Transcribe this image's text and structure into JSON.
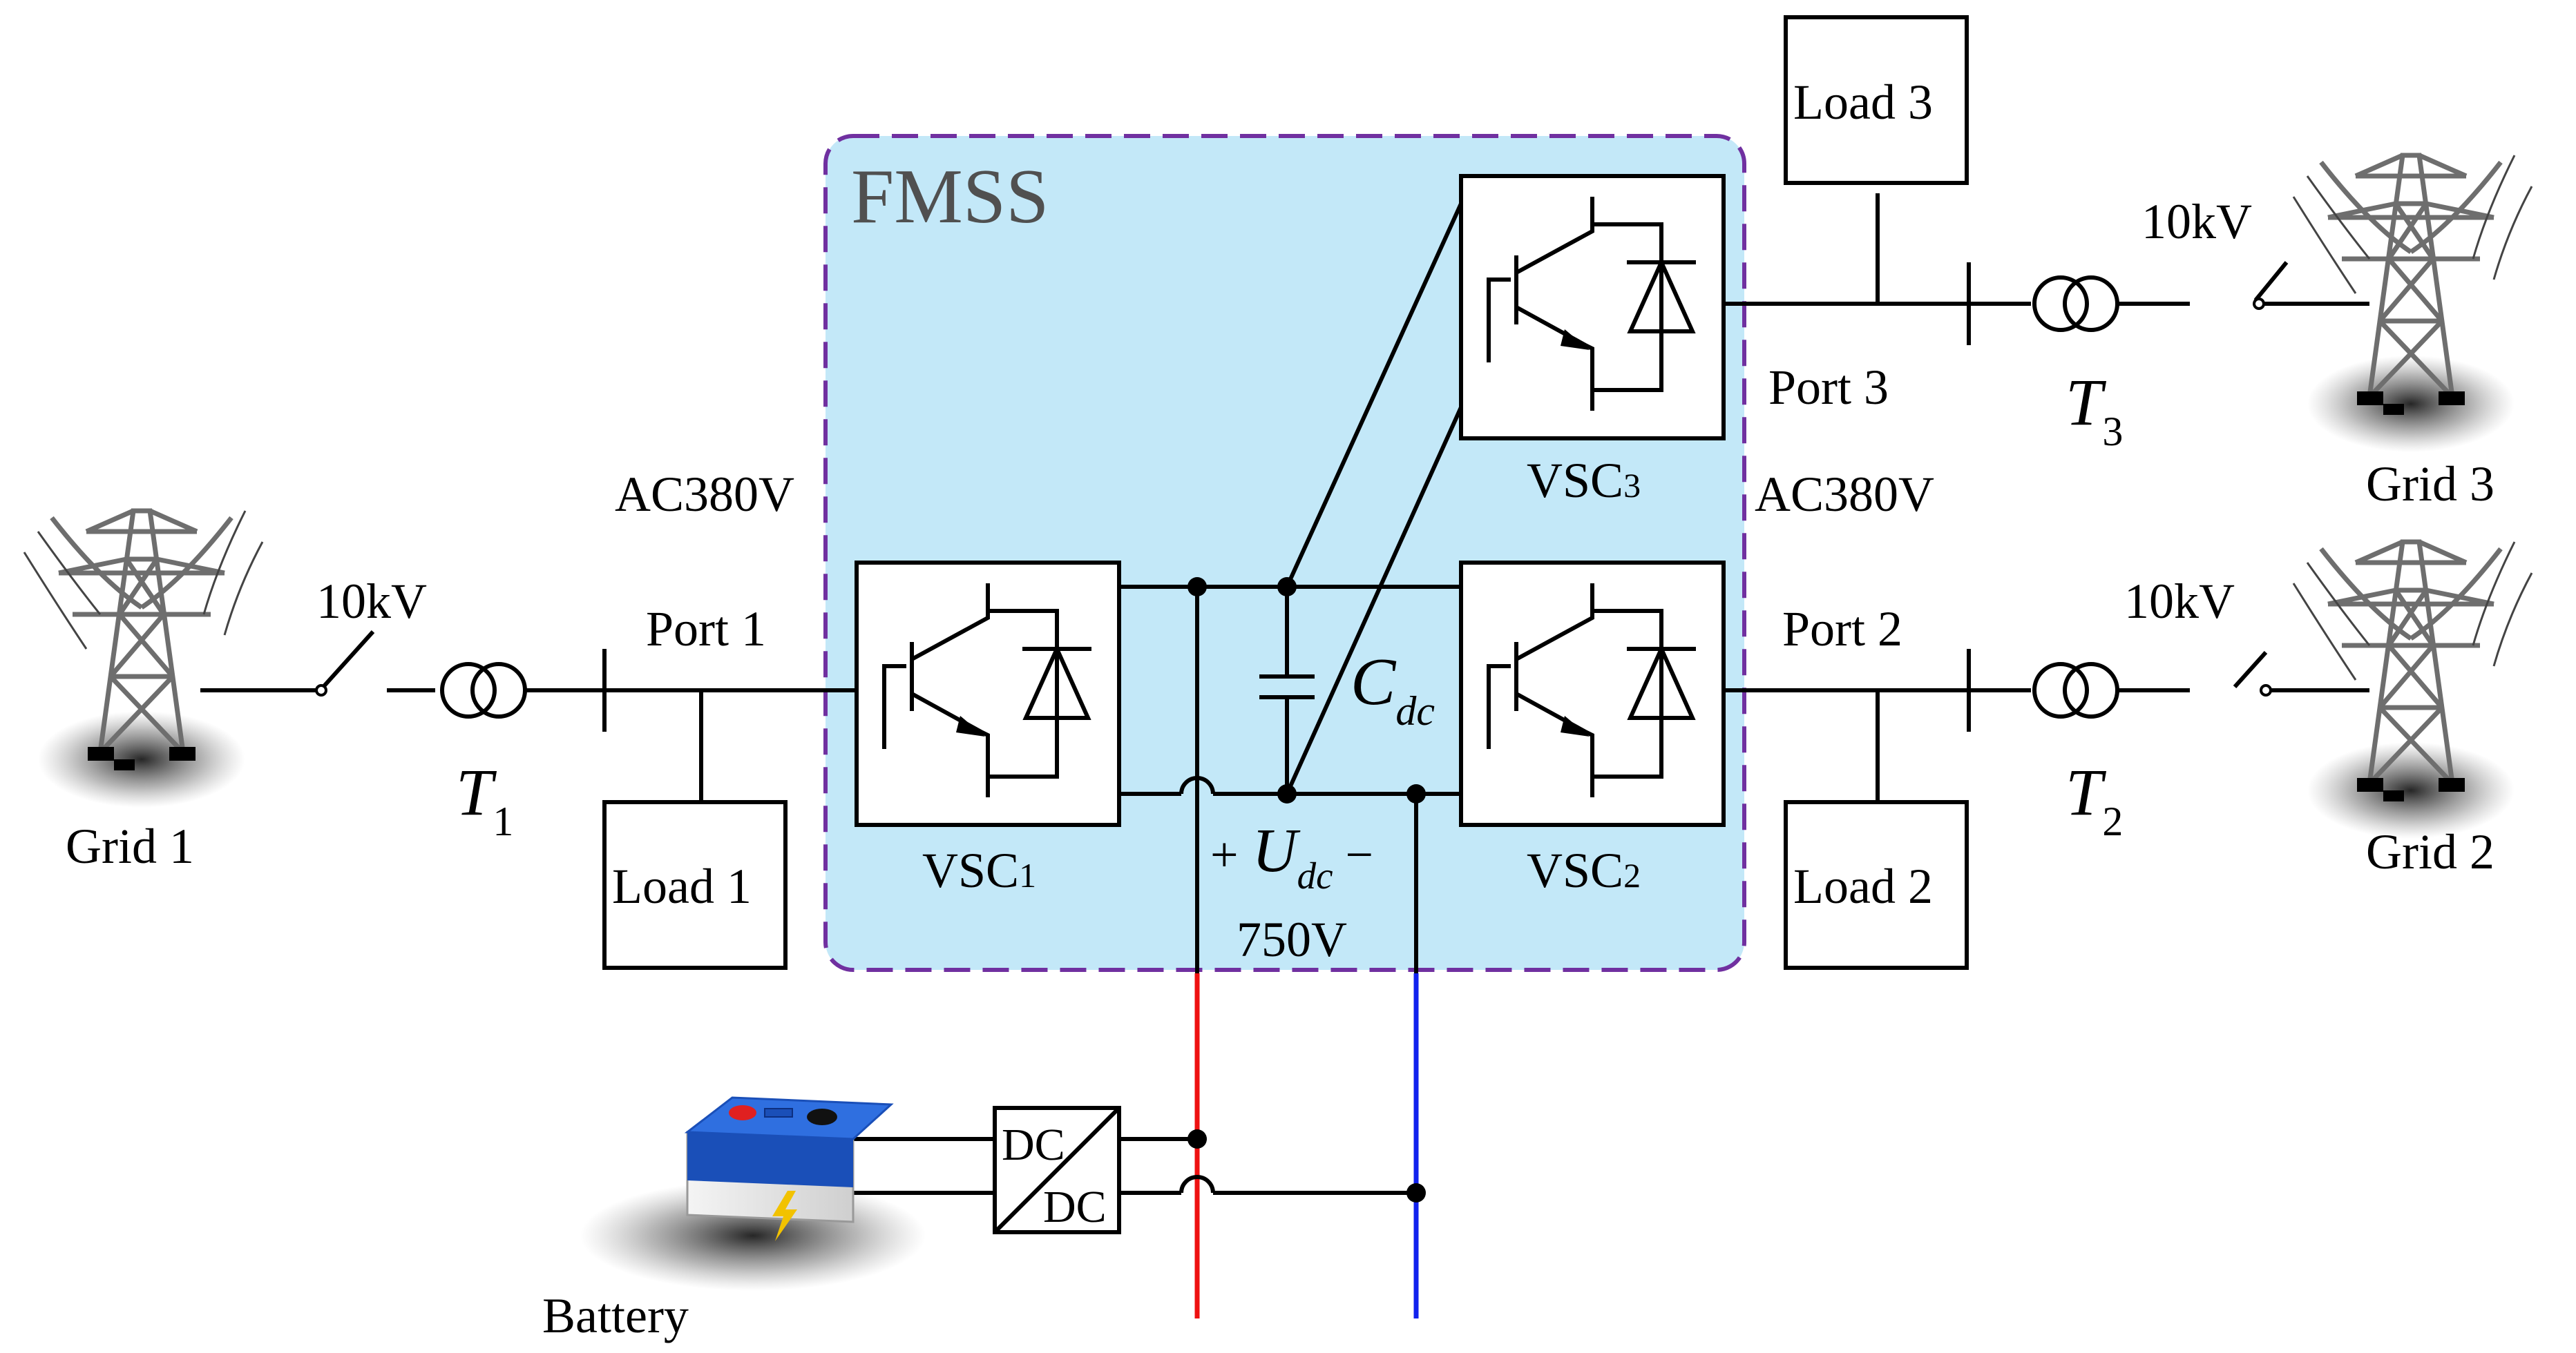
{
  "system": {
    "name": "FMSS",
    "ac_voltage_left": "AC380V",
    "ac_voltage_right": "AC380V",
    "dc_voltage": "750V",
    "capacitor_label": {
      "main": "C",
      "sub": "dc"
    },
    "dc_voltage_label": {
      "plus": "+",
      "main": "U",
      "sub": "dc",
      "minus": "−"
    }
  },
  "ports": [
    {
      "label": "Port 1"
    },
    {
      "label": "Port 2"
    },
    {
      "label": "Port 3"
    }
  ],
  "converters": [
    {
      "main": "VSC",
      "sub": "1"
    },
    {
      "main": "VSC",
      "sub": "2"
    },
    {
      "main": "VSC",
      "sub": "3"
    }
  ],
  "loads": [
    "Load 1",
    "Load 2",
    "Load 3"
  ],
  "grids": [
    "Grid 1",
    "Grid 2",
    "Grid 3"
  ],
  "grid_voltage": [
    "10kV",
    "10kV",
    "10kV"
  ],
  "transformers": [
    {
      "main": "T",
      "sub": "1"
    },
    {
      "main": "T",
      "sub": "2"
    },
    {
      "main": "T",
      "sub": "3"
    }
  ],
  "dcdc": {
    "top": "DC",
    "bottom": "DC"
  },
  "battery": {
    "label": "Battery"
  },
  "colors": {
    "fmss_fill": "#c3e8f8",
    "fmss_border": "#7030a0",
    "dc_positive": "#ee1111",
    "dc_negative": "#1122ee"
  }
}
